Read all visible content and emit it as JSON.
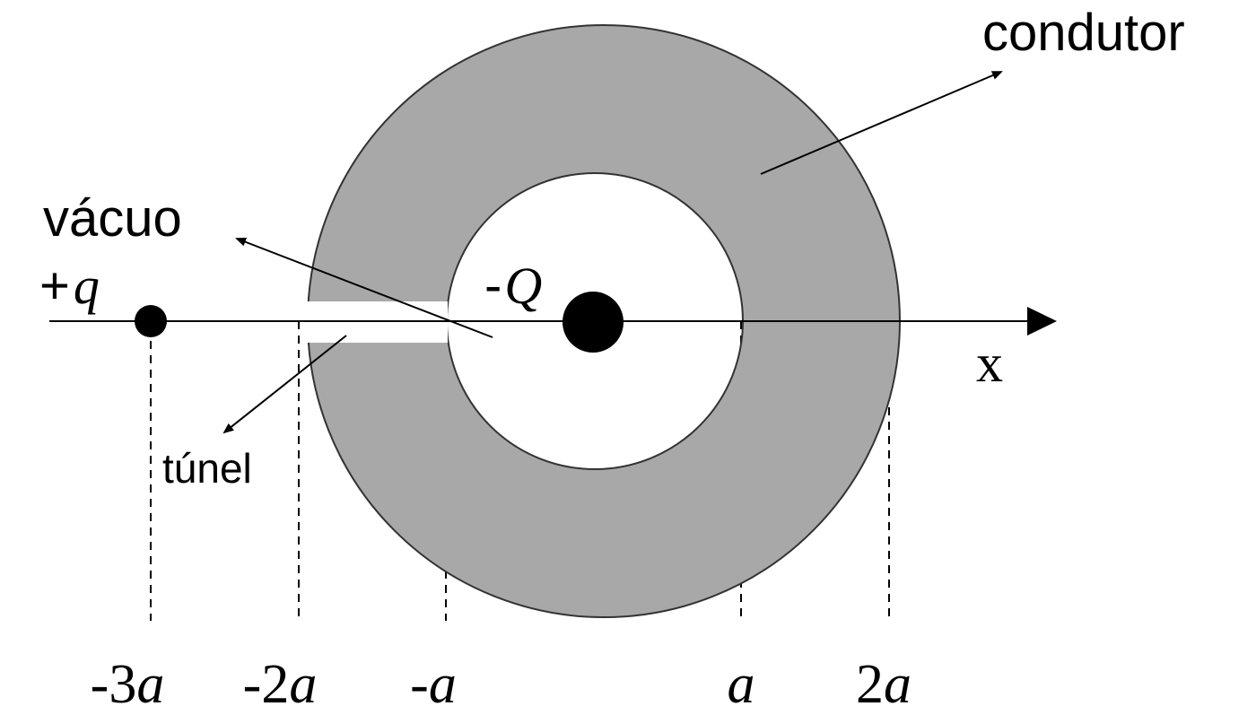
{
  "labels": {
    "conductor": "condutor",
    "vacuum": "vácuo",
    "tunnel": "túnel",
    "charge_positive": "+",
    "charge_positive_symbol": "q",
    "charge_negative": "-",
    "charge_negative_symbol": "Q",
    "axis": "x"
  },
  "ticks": [
    {
      "prefix": "-3",
      "symbol": "a"
    },
    {
      "prefix": "-2",
      "symbol": "a"
    },
    {
      "prefix": "-",
      "symbol": "a"
    },
    {
      "prefix": "",
      "symbol": "a"
    },
    {
      "prefix": "2",
      "symbol": "a"
    }
  ],
  "colors": {
    "conductor_fill": "#a8a8a8",
    "outline": "#333333",
    "ink": "#000000",
    "background": "#ffffff"
  }
}
